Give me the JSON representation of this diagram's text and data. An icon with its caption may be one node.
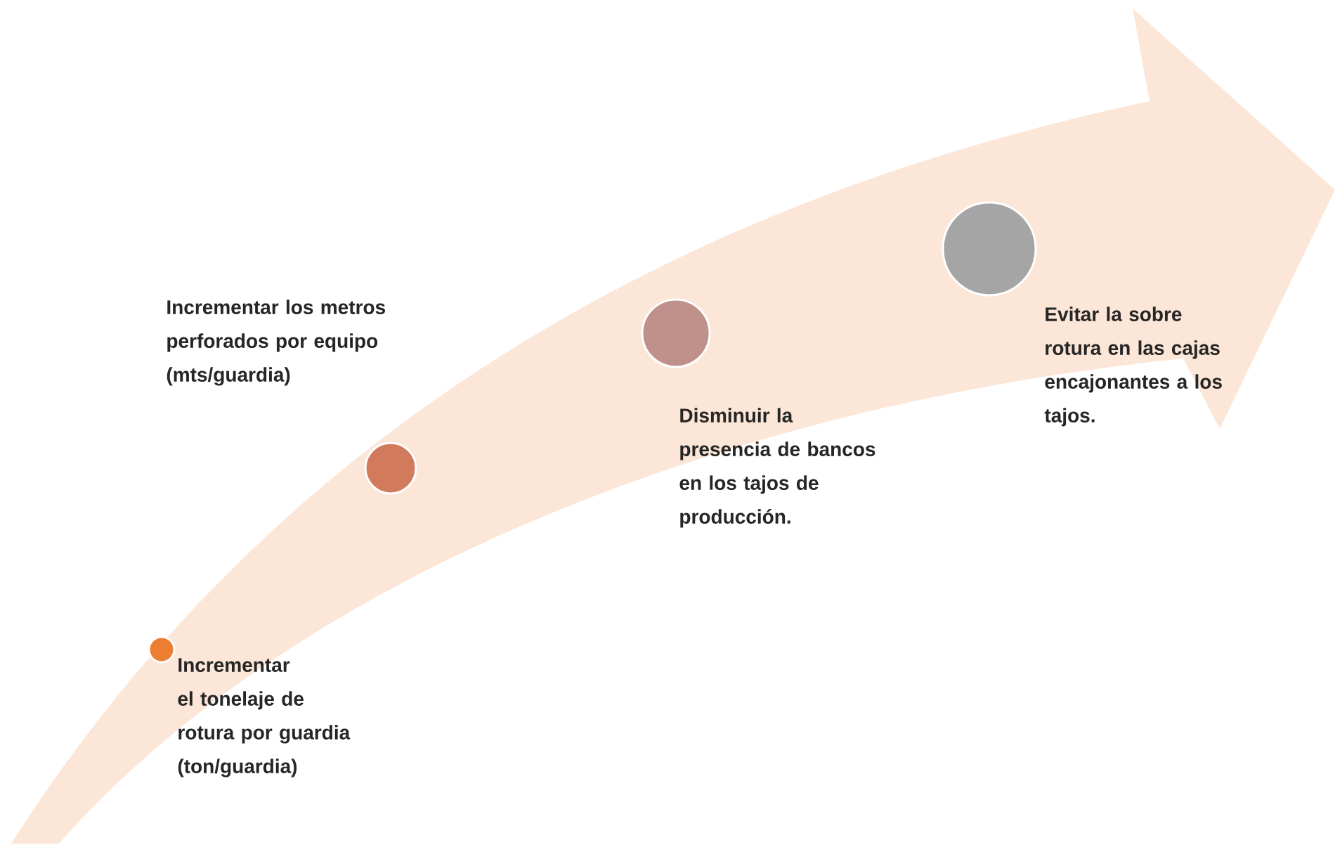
{
  "diagram": {
    "nodes": [
      {
        "text": [],
        "shape": "circle",
        "beside": [
          "Incrementar el tonelaje de rotura por guardia (ton/guardia)"
        ]
      },
      {
        "text": [],
        "shape": "circle",
        "beside": [
          "Incrementar los metros perforados por equipo (mts/guardia)"
        ]
      },
      {
        "text": [],
        "shape": "circle",
        "beside": [
          "Disminuir la presencia de bancos en los tajos de producción."
        ]
      },
      {
        "text": [],
        "shape": "circle",
        "beside": [
          "Evitar la sobre rotura en las cajas encajonantes a los tajos."
        ]
      }
    ]
  }
}
